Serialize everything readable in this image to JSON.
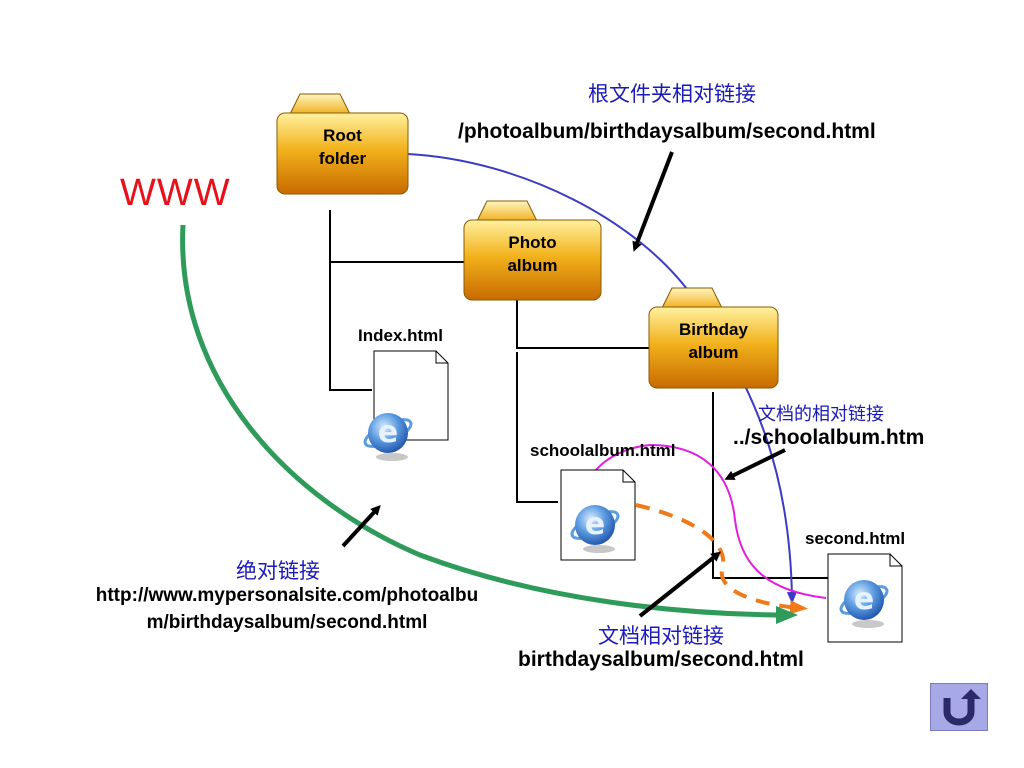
{
  "title_www": "WWW",
  "folders": {
    "root": "Root\nfolder",
    "photo": "Photo\nalbum",
    "birthday": "Birthday\nalbum"
  },
  "files": {
    "index": "Index.html",
    "schoolalbum": "schoolalbum.html",
    "second": "second.html"
  },
  "annotations": {
    "root_relative_cn": "根文件夹相对链接",
    "root_relative_path": "/photoalbum/birthdaysalbum/second.html",
    "doc_relative_cn": "文档的相对链接",
    "doc_relative_path": "../schoolalbum.htm",
    "absolute_cn": "绝对链接",
    "absolute_path_line1": "http://www.mypersonalsite.com/photoalbu",
    "absolute_path_line2": "m/birthdaysalbum/second.html",
    "doc_relative2_cn": "文档相对链接",
    "doc_relative2_path": "birthdaysalbum/second.html"
  },
  "colors": {
    "www": "#e8101a",
    "chinese_text": "#1a1ab8",
    "absolute_link_arrow": "#2e9b5a",
    "root_link_line": "#3b3bc4",
    "doc_link_magenta": "#e020e0",
    "doc_link_orange": "#f07a1a",
    "folder_fill": "#e8a010",
    "back_button": "#a7a9e6"
  },
  "icons": {
    "back": "u-turn-back-icon",
    "browser": "ie-browser-icon"
  }
}
